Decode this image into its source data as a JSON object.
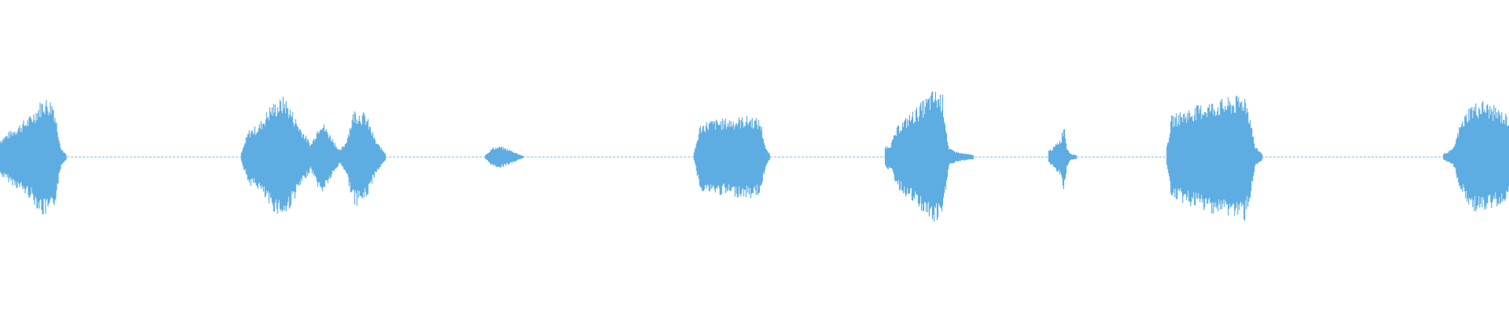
{
  "waveform": {
    "color": "#5dade2",
    "background": "#ffffff",
    "duration_seconds": 60,
    "segments": [
      {
        "start": 0.0,
        "end": 2.65,
        "peak": 0.55,
        "envelope": [
          [
            0.0,
            0.17
          ],
          [
            0.15,
            0.24
          ],
          [
            0.45,
            0.38
          ],
          [
            0.65,
            0.55
          ],
          [
            0.8,
            0.52
          ],
          [
            0.92,
            0.08
          ],
          [
            1.0,
            0.02
          ]
        ]
      },
      {
        "start": 9.6,
        "end": 15.35,
        "peak": 0.57,
        "envelope": [
          [
            0.0,
            0.04
          ],
          [
            0.05,
            0.25
          ],
          [
            0.12,
            0.3
          ],
          [
            0.2,
            0.48
          ],
          [
            0.3,
            0.56
          ],
          [
            0.4,
            0.3
          ],
          [
            0.48,
            0.12
          ],
          [
            0.55,
            0.35
          ],
          [
            0.62,
            0.2
          ],
          [
            0.68,
            0.06
          ],
          [
            0.72,
            0.14
          ],
          [
            0.78,
            0.45
          ],
          [
            0.86,
            0.4
          ],
          [
            0.93,
            0.15
          ],
          [
            1.0,
            0.03
          ]
        ]
      },
      {
        "start": 19.3,
        "end": 20.8,
        "peak": 0.1,
        "envelope": [
          [
            0.0,
            0.02
          ],
          [
            0.2,
            0.09
          ],
          [
            0.4,
            0.1
          ],
          [
            0.7,
            0.06
          ],
          [
            1.0,
            0.01
          ]
        ]
      },
      {
        "start": 27.6,
        "end": 30.6,
        "peak": 0.38,
        "envelope": [
          [
            0.0,
            0.04
          ],
          [
            0.08,
            0.3
          ],
          [
            0.2,
            0.34
          ],
          [
            0.5,
            0.36
          ],
          [
            0.75,
            0.38
          ],
          [
            0.88,
            0.34
          ],
          [
            0.95,
            0.08
          ],
          [
            1.0,
            0.03
          ]
        ]
      },
      {
        "start": 35.2,
        "end": 38.7,
        "peak": 0.62,
        "envelope": [
          [
            0.0,
            0.1
          ],
          [
            0.06,
            0.12
          ],
          [
            0.15,
            0.3
          ],
          [
            0.35,
            0.45
          ],
          [
            0.55,
            0.62
          ],
          [
            0.65,
            0.58
          ],
          [
            0.72,
            0.08
          ],
          [
            0.85,
            0.04
          ],
          [
            1.0,
            0.02
          ]
        ]
      },
      {
        "start": 41.7,
        "end": 42.8,
        "peak": 0.33,
        "envelope": [
          [
            0.0,
            0.06
          ],
          [
            0.2,
            0.1
          ],
          [
            0.45,
            0.18
          ],
          [
            0.55,
            0.33
          ],
          [
            0.65,
            0.1
          ],
          [
            0.8,
            0.03
          ],
          [
            1.0,
            0.02
          ]
        ]
      },
      {
        "start": 46.4,
        "end": 50.2,
        "peak": 0.58,
        "envelope": [
          [
            0.0,
            0.1
          ],
          [
            0.05,
            0.38
          ],
          [
            0.15,
            0.42
          ],
          [
            0.4,
            0.5
          ],
          [
            0.7,
            0.55
          ],
          [
            0.82,
            0.58
          ],
          [
            0.88,
            0.35
          ],
          [
            0.92,
            0.1
          ],
          [
            1.0,
            0.03
          ]
        ]
      },
      {
        "start": 57.4,
        "end": 60.0,
        "peak": 0.52,
        "envelope": [
          [
            0.0,
            0.03
          ],
          [
            0.15,
            0.08
          ],
          [
            0.25,
            0.3
          ],
          [
            0.4,
            0.48
          ],
          [
            0.6,
            0.52
          ],
          [
            0.8,
            0.46
          ],
          [
            1.0,
            0.38
          ]
        ]
      }
    ]
  }
}
